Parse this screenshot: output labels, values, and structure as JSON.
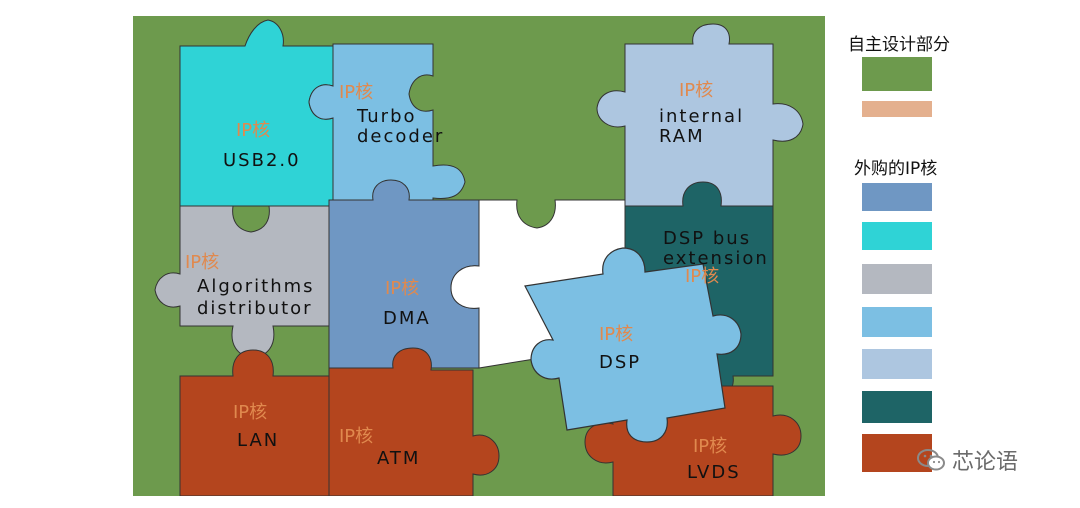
{
  "colors": {
    "self_green": "#6d9a4d",
    "self_peach": "#e4b08e",
    "steel_blue": "#6f97c3",
    "cyan": "#2fd3d6",
    "gray": "#b4b8c0",
    "sky_blue": "#7cbfe3",
    "pale_blue": "#adc6e0",
    "teal": "#1e6466",
    "rust": "#b4451e",
    "ip_label": "#e0894e"
  },
  "pieces": {
    "usb": {
      "ip": "IP核",
      "line1": "USB2.0"
    },
    "turbo": {
      "ip": "IP核",
      "line1": "Turbo",
      "line2": "decoder"
    },
    "ram": {
      "ip": "IP核",
      "line1": "internal",
      "line2": "RAM"
    },
    "alg": {
      "ip": "IP核",
      "line1": "Algorithms",
      "line2": "distributor"
    },
    "dma": {
      "ip": "IP核",
      "line1": "DMA"
    },
    "dspbus": {
      "ip": "IP核",
      "line1": "DSP bus",
      "line2": "extension"
    },
    "dsp": {
      "ip": "IP核",
      "line1": "DSP"
    },
    "lan": {
      "ip": "IP核",
      "line1": "LAN"
    },
    "atm": {
      "ip": "IP核",
      "line1": "ATM"
    },
    "lvds": {
      "ip": "IP核",
      "line1": "LVDS"
    }
  },
  "legend": {
    "self_title": "自主设计部分",
    "bought_title": "外购的IP核"
  },
  "watermark": {
    "text": "芯论语",
    "icon": "wechat-icon"
  }
}
